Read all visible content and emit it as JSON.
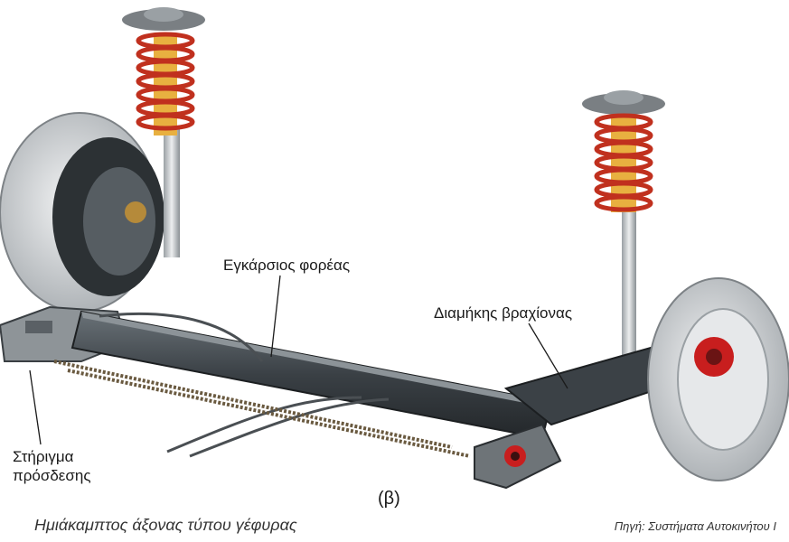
{
  "labels": {
    "crossmember": "Εγκάρσιος φορέας",
    "trailing_arm": "Διαμήκης βραχίονας",
    "mount_line1": "Στήριγμα",
    "mount_line2": "πρόσδεσης",
    "subfigure": "(β)"
  },
  "caption": "Ημιάκαμπτος άξονας τύπου γέφυρας",
  "source": "Πηγή: Συστήματα Αυτοκινήτου Ι",
  "colors": {
    "spring": "#e0a020",
    "spring_coil": "#c0301e",
    "metal_dark": "#3e4448",
    "metal_light": "#c9cdd0",
    "wheel": "#dfe2e4",
    "brake_red": "#c81e1e"
  }
}
